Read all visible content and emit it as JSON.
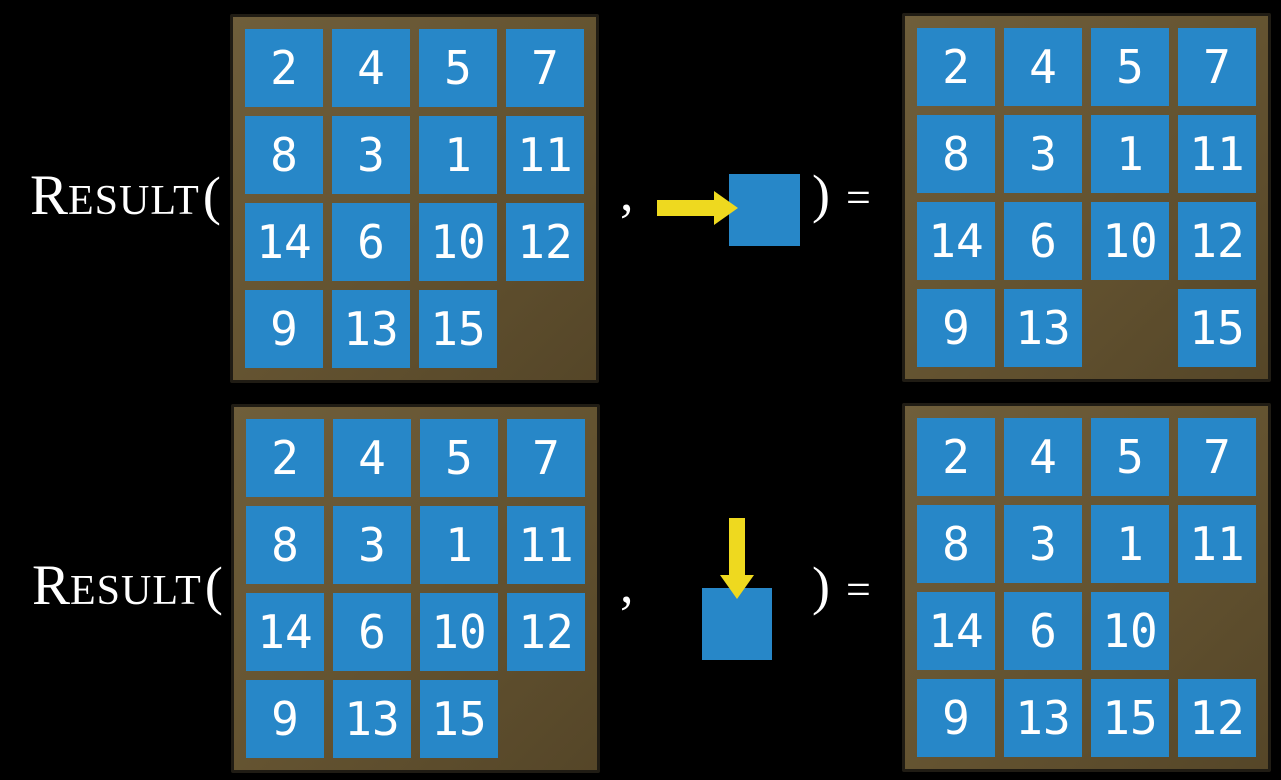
{
  "colors": {
    "background": "#000000",
    "tile_blue": "#2787c8",
    "frame_light": "#6f5e3b",
    "frame_mid": "#665532",
    "frame_dark": "#554628",
    "frame_border": "#201c14",
    "arrow_yellow": "#eed91f",
    "text": "#ffffff"
  },
  "label": {
    "cap": "R",
    "small_caps": "ESULT",
    "open_paren": "("
  },
  "symbols": {
    "comma": ",",
    "close_paren": ")",
    "equals": "="
  },
  "rows": [
    {
      "action": "slide-tile-right",
      "icon": "right-arrow-icon",
      "before": [
        [
          "2",
          "4",
          "5",
          "7"
        ],
        [
          "8",
          "3",
          "1",
          "11"
        ],
        [
          "14",
          "6",
          "10",
          "12"
        ],
        [
          "9",
          "13",
          "15",
          ""
        ]
      ],
      "after": [
        [
          "2",
          "4",
          "5",
          "7"
        ],
        [
          "8",
          "3",
          "1",
          "11"
        ],
        [
          "14",
          "6",
          "10",
          "12"
        ],
        [
          "9",
          "13",
          "",
          "15"
        ]
      ]
    },
    {
      "action": "slide-tile-down",
      "icon": "down-arrow-icon",
      "before": [
        [
          "2",
          "4",
          "5",
          "7"
        ],
        [
          "8",
          "3",
          "1",
          "11"
        ],
        [
          "14",
          "6",
          "10",
          "12"
        ],
        [
          "9",
          "13",
          "15",
          ""
        ]
      ],
      "after": [
        [
          "2",
          "4",
          "5",
          "7"
        ],
        [
          "8",
          "3",
          "1",
          "11"
        ],
        [
          "14",
          "6",
          "10",
          ""
        ],
        [
          "9",
          "13",
          "15",
          "12"
        ]
      ]
    }
  ]
}
